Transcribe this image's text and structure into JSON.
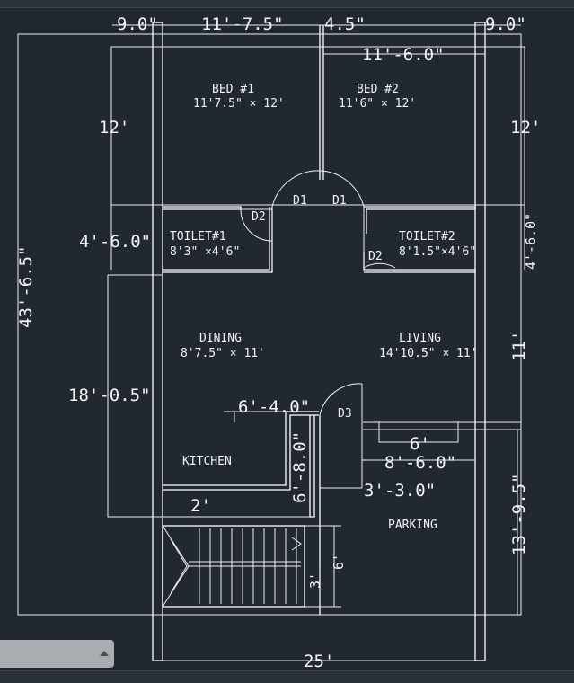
{
  "toolbar": {
    "dropdown_icon": "caret-up-icon"
  },
  "rooms": {
    "bed1": {
      "name": "BED #1",
      "size": "11'7.5\" × 12'"
    },
    "bed2": {
      "name": "BED #2",
      "size": "11'6\" × 12'"
    },
    "toilet1": {
      "name": "TOILET#1",
      "size": "8'3\" ×4'6\""
    },
    "toilet2": {
      "name": "TOILET#2",
      "size": "8'1.5\"×4'6\""
    },
    "dining": {
      "name": "DINING",
      "size": "8'7.5\" × 11'"
    },
    "living": {
      "name": "LIVING",
      "size": "14'10.5\" × 11'"
    },
    "kitchen": {
      "name": "KITCHEN"
    },
    "parking": {
      "name": "PARKING"
    }
  },
  "doors": {
    "d1_left": "D1",
    "d1_right": "D1",
    "d2_left": "D2",
    "d2_right": "D2",
    "d3": "D3"
  },
  "dims": {
    "top_left": "9.0\"",
    "top_bed1": "11'-7.5\"",
    "top_mid": "4.5\"",
    "top_right": "9.0\"",
    "bed2_width": "11'-6.0\"",
    "bed_height_left": "12'",
    "bed_height_right": "12'",
    "toilet_height_left": "4'-6.0\"",
    "toilet_height_right": "4'-6.0\"",
    "total_height": "43'-6.5\"",
    "living_height": "11'",
    "dining_height": "18'-0.5\"",
    "parking_height": "13'-9.5\"",
    "kitchen_width": "6'-4.0\"",
    "kitchen_depth": "6'-8.0\"",
    "kitchen_counter": "2'",
    "step_width": "6'",
    "parking_width": "8'-6.0\"",
    "parking_offset": "3'-3.0\"",
    "stair_length": "6'",
    "stair_width": "3'",
    "total_width": "25'"
  }
}
